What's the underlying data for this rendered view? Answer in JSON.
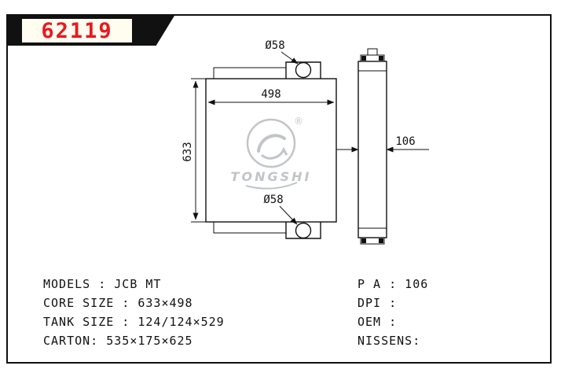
{
  "banner": {
    "part_number": "62119"
  },
  "drawing": {
    "front_view": {
      "width_dim": "498",
      "height_dim": "633",
      "top_pipe_dim": "Ø58",
      "bottom_pipe_dim": "Ø58"
    },
    "side_view": {
      "depth_dim": "106"
    },
    "watermark": {
      "brand": "TONGSHI",
      "registered_mark": "®"
    }
  },
  "specs": {
    "left": [
      "MODELS : JCB MT",
      "CORE SIZE : 633×498",
      "TANK SIZE : 124/124×529",
      "CARTON: 535×175×625"
    ],
    "right": [
      "P A : 106",
      "DPI :",
      "OEM :",
      "NISSENS:"
    ]
  },
  "colors": {
    "accent_red": "#e8191f",
    "line": "#111111",
    "watermark_gray": "#8f969b"
  }
}
